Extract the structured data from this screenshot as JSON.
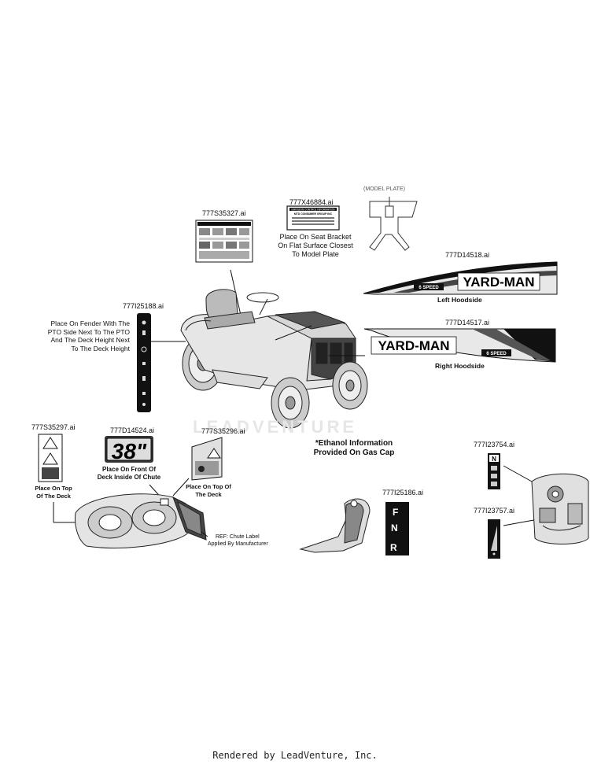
{
  "watermark": "LEADVENTURE",
  "footer": "Rendered by LeadVenture, Inc.",
  "parts": {
    "p_777x46884": "777X46884.ai",
    "p_777s35327": "777S35327.ai",
    "p_777i25188": "777I25188.ai",
    "p_777d14518": "777D14518.ai",
    "p_777d14517": "777D14517.ai",
    "p_777s35297": "777S35297.ai",
    "p_777d14524": "777D14524.ai",
    "p_777s35296": "777S35296.ai",
    "p_777i23754": "777I23754.ai",
    "p_777i25186": "777I25186.ai",
    "p_777i23757": "777I23757.ai"
  },
  "notes": {
    "model_plate": "(MODEL PLATE)",
    "seat_bracket": [
      "Place On Seat Bracket",
      "On Flat Surface Closest",
      "To Model Plate"
    ],
    "fender": [
      "Place On Fender With The",
      "PTO Side Next To The PTO",
      "And The Deck Height Next",
      "To The Deck Height"
    ],
    "left_hoodside": "Left Hoodside",
    "right_hoodside": "Right Hoodside",
    "ethanol": [
      "*Ethanol Information",
      "Provided On Gas Cap"
    ],
    "top_deck_1": [
      "Place On Top",
      "Of The Deck"
    ],
    "front_deck": [
      "Place On Front Of",
      "Deck Inside Of Chute"
    ],
    "top_deck_2": [
      "Place On Top Of",
      "The Deck"
    ],
    "chute_ref": [
      "REF: Chute Label",
      "Applied By Manufacturer"
    ]
  },
  "decals": {
    "brand": "YARD-MAN",
    "speed": "6 SPEED",
    "deck_size": "38\"",
    "emission_head": "EMISSION CONTROL INFORMATION",
    "emission_company": "MTD CONSUMER GROUP INC",
    "shift_letters": [
      "F",
      "N",
      "R"
    ],
    "lever_letter": "N"
  }
}
